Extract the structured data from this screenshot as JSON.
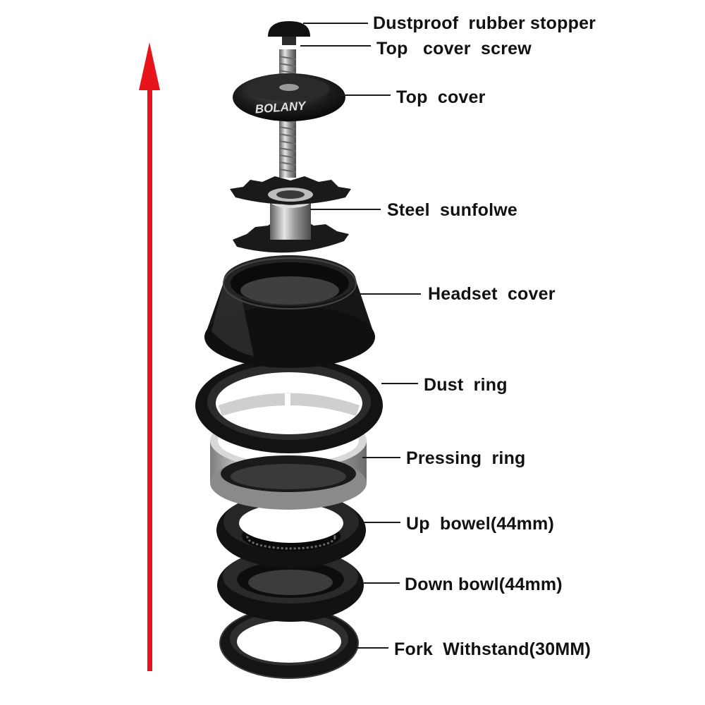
{
  "brand_text": "BOLANY",
  "arrow_color": "#e8141c",
  "part_color": "#141414",
  "callouts": {
    "stopper": "Dustproof  rubber stopper",
    "screw": "Top   cover  screw",
    "top_cover": "Top  cover",
    "sunflower": "Steel  sunfolwe",
    "headset_cover": "Headset  cover",
    "dust_ring": "Dust  ring",
    "pressing_ring": "Pressing  ring",
    "up_bowl": "Up  bowel(44mm)",
    "down_bowl": "Down bowl(44mm)",
    "fork": "Fork  Withstand(30MM)"
  }
}
